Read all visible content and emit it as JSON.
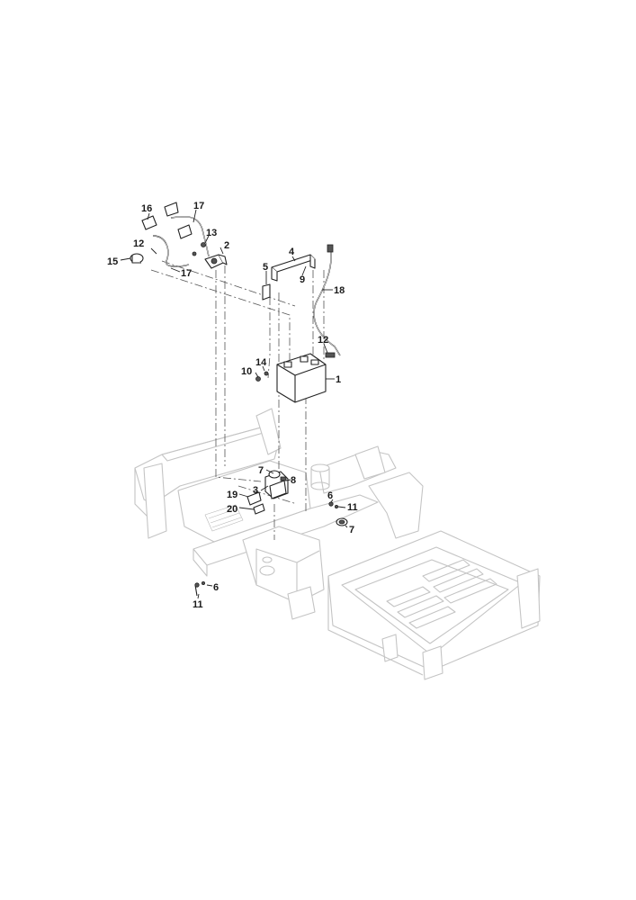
{
  "callouts": [
    {
      "id": "c1",
      "label": "1"
    },
    {
      "id": "c2",
      "label": "2"
    },
    {
      "id": "c3",
      "label": "3"
    },
    {
      "id": "c4",
      "label": "4"
    },
    {
      "id": "c5",
      "label": "5"
    },
    {
      "id": "c6a",
      "label": "6"
    },
    {
      "id": "c6b",
      "label": "6"
    },
    {
      "id": "c7a",
      "label": "7"
    },
    {
      "id": "c7b",
      "label": "7"
    },
    {
      "id": "c8",
      "label": "8"
    },
    {
      "id": "c9",
      "label": "9"
    },
    {
      "id": "c10",
      "label": "10"
    },
    {
      "id": "c11a",
      "label": "11"
    },
    {
      "id": "c11b",
      "label": "11"
    },
    {
      "id": "c12a",
      "label": "12"
    },
    {
      "id": "c12b",
      "label": "12"
    },
    {
      "id": "c13",
      "label": "13"
    },
    {
      "id": "c14",
      "label": "14"
    },
    {
      "id": "c15",
      "label": "15"
    },
    {
      "id": "c16",
      "label": "16"
    },
    {
      "id": "c17a",
      "label": "17"
    },
    {
      "id": "c17b",
      "label": "17"
    },
    {
      "id": "c18",
      "label": "18"
    },
    {
      "id": "c19",
      "label": "19"
    },
    {
      "id": "c20",
      "label": "20"
    }
  ]
}
